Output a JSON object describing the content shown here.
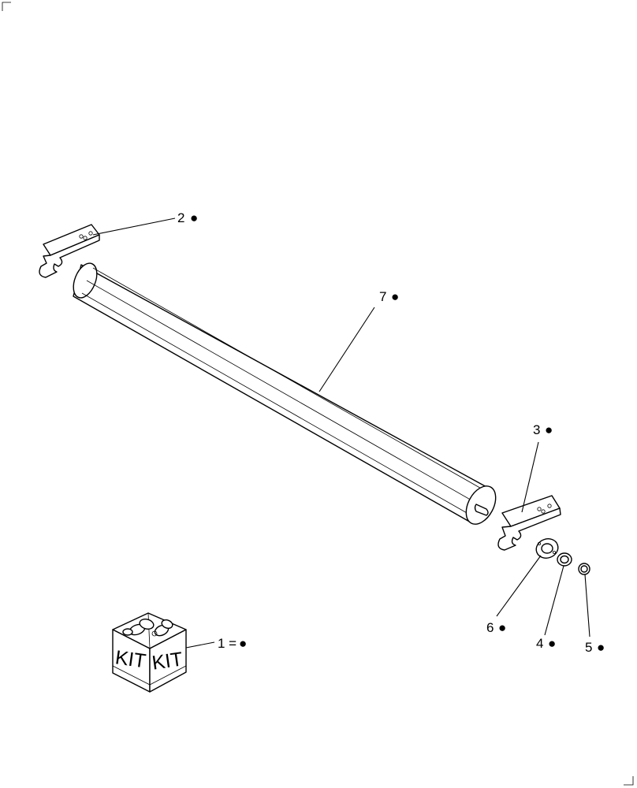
{
  "diagram": {
    "callouts": [
      {
        "id": "2",
        "label": "2",
        "marker": "●"
      },
      {
        "id": "7",
        "label": "7",
        "marker": "●"
      },
      {
        "id": "3",
        "label": "3",
        "marker": "●"
      },
      {
        "id": "6",
        "label": "6",
        "marker": "●"
      },
      {
        "id": "4",
        "label": "4",
        "marker": "●"
      },
      {
        "id": "5",
        "label": "5",
        "marker": "●"
      },
      {
        "id": "1",
        "label": "1 =",
        "marker": "●"
      }
    ],
    "kit": {
      "left_text": "KIT",
      "right_text": "KIT"
    }
  }
}
